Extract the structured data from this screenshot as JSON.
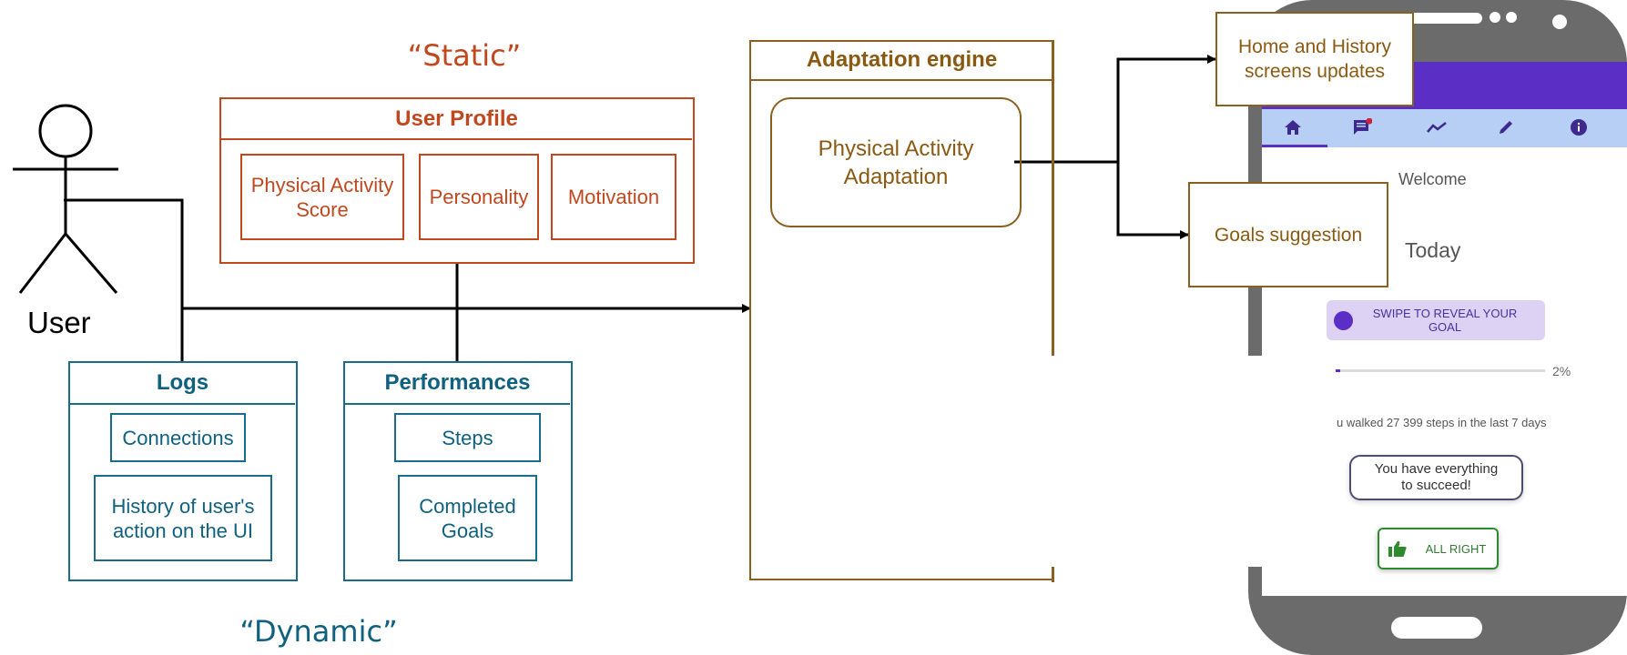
{
  "labels": {
    "static": "“Static”",
    "dynamic": "“Dynamic”",
    "user": "User"
  },
  "user_profile": {
    "title": "User Profile",
    "items": [
      "Physical Activity Score",
      "Personality",
      "Motivation"
    ]
  },
  "logs": {
    "title": "Logs",
    "items": [
      "Connections",
      "History of user's action on the UI"
    ]
  },
  "performances": {
    "title": "Performances",
    "items": [
      "Steps",
      "Completed Goals"
    ]
  },
  "engine": {
    "title": "Adaptation engine",
    "module": "Physical Activity Adaptation"
  },
  "outputs": {
    "home_history": "Home and History screens updates",
    "goals": "Goals suggestion"
  },
  "phone": {
    "welcome": "Welcome",
    "today": "Today",
    "swipe": "SWIPE TO REVEAL YOUR GOAL",
    "percent": "2%",
    "steps_text": "u walked 27 399 steps in the last 7 days",
    "message": "You have everything to succeed!",
    "ok_button": "ALL RIGHT",
    "tabs": [
      "home-icon",
      "chat-icon",
      "trend-icon",
      "edit-icon",
      "info-icon"
    ]
  },
  "colors": {
    "static": "#c0481f",
    "dynamic": "#10607f",
    "engine": "#8a5a12",
    "app_bar": "#5b2fc6"
  }
}
